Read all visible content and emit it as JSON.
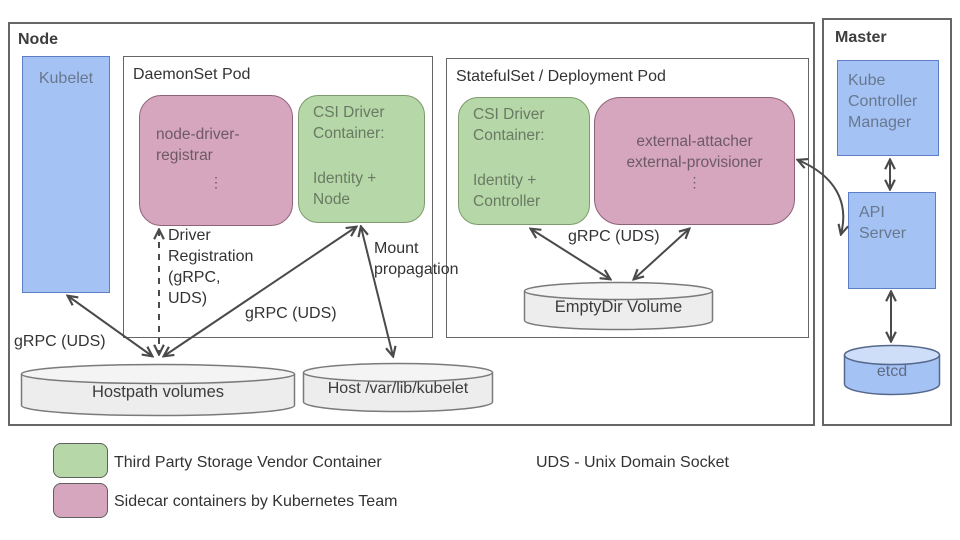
{
  "colors": {
    "vendor_green": "#b6d7a8",
    "sidecar_pink": "#d5a6bd",
    "kubernetes_blue": "#a4c2f4",
    "volume_gray": "#ededed",
    "arrow_gray": "#4a4a4a"
  },
  "node": {
    "title": "Node",
    "kubelet_label": "Kubelet",
    "grpc_uds_left": "gRPC (UDS)",
    "driver_registration": "Driver\nRegistration\n(gRPC,\nUDS)",
    "grpc_uds_mid": "gRPC (UDS)",
    "mount_propagation": "Mount\npropagation",
    "hostpath_volumes": "Hostpath volumes",
    "host_varlib_kubelet": "Host /var/lib/kubelet",
    "daemonset_pod": {
      "title": "DaemonSet Pod",
      "registrar_name": "node-driver-\nregistrar",
      "registrar_dots": "⋮",
      "csi_title": "CSI Driver\nContainer:",
      "csi_services": "Identity +\nNode"
    },
    "statefulset_pod": {
      "title": "StatefulSet / Deployment Pod",
      "csi_title": "CSI Driver\nContainer:",
      "csi_services": "Identity +\nController",
      "sidecar_names": "external-attacher\nexternal-provisioner",
      "sidecar_dots": "⋮",
      "grpc_uds": "gRPC (UDS)",
      "emptydir_volume": "EmptyDir Volume"
    }
  },
  "master": {
    "title": "Master",
    "kube_controller_manager": "Kube\nController\nManager",
    "api_server": "API\nServer",
    "etcd": "etcd"
  },
  "legend": {
    "vendor": "Third Party Storage Vendor Container",
    "sidecar": "Sidecar containers by Kubernetes Team",
    "uds_note": "UDS - Unix Domain Socket"
  }
}
